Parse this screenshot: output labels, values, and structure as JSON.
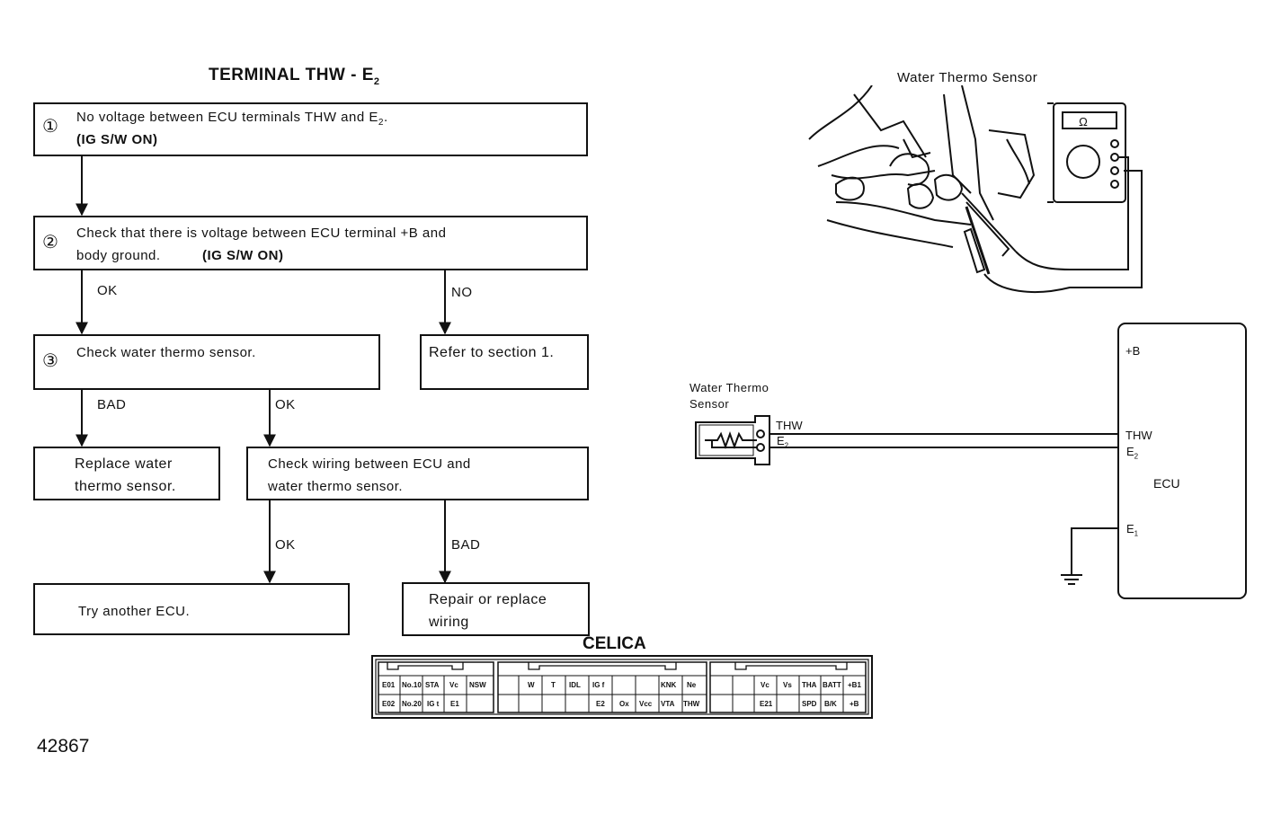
{
  "title": "TERMINAL THW - E",
  "title_sub": "2",
  "figure_number": "42867",
  "steps": [
    {
      "num": "①",
      "line1": "No voltage between ECU terminals THW and E",
      "line1_sub": "2",
      "line1_end": ".",
      "line2": "(IG S/W ON)"
    },
    {
      "num": "②",
      "line1": "Check that there is voltage between ECU terminal +B and",
      "line2": "body ground.",
      "line2_bold": "(IG S/W ON)"
    },
    {
      "num": "③",
      "line1": "Check water thermo sensor."
    }
  ],
  "boxes": {
    "refer": "Refer to section 1.",
    "replace_line1": "Replace water",
    "replace_line2": "thermo sensor.",
    "wiring_line1": "Check wiring between ECU and",
    "wiring_line2": "water thermo sensor.",
    "ecu": "Try another ECU.",
    "repair_line1": "Repair or replace",
    "repair_line2": "wiring"
  },
  "branch_labels": {
    "ok1": "OK",
    "no": "NO",
    "bad1": "BAD",
    "ok2": "OK",
    "ok3": "OK",
    "bad2": "BAD"
  },
  "photo_label": "Water Thermo Sensor",
  "ohm_symbol": "Ω",
  "circuit": {
    "sensor_label_1": "Water Thermo",
    "sensor_label_2": "Sensor",
    "thw": "THW",
    "e2": "E",
    "e2_sub": "2",
    "ecu_plus_b": "+B",
    "ecu_thw": "THW",
    "ecu_e2": "E",
    "ecu_e2_sub": "2",
    "ecu_label": "ECU",
    "ecu_e1": "E",
    "ecu_e1_sub": "1"
  },
  "connector": {
    "title": "CELICA",
    "left_top": [
      "E01",
      "No.10",
      "STA",
      "Vc",
      "NSW"
    ],
    "left_bottom": [
      "E02",
      "No.20",
      "IG t",
      "E1",
      ""
    ],
    "mid_top": [
      "",
      "W",
      "T",
      "IDL",
      "IG f",
      "",
      "KNK",
      "Ne"
    ],
    "mid_bottom": [
      "",
      "",
      "",
      "",
      "E2",
      "Ox",
      "Vcc",
      "VTA",
      "THW"
    ],
    "right_top": [
      "",
      "",
      "Vc",
      "Vs",
      "THA",
      "BATT",
      "+B1"
    ],
    "right_bottom": [
      "",
      "",
      "E21",
      "",
      "SPD",
      "B/K",
      "+B"
    ]
  }
}
